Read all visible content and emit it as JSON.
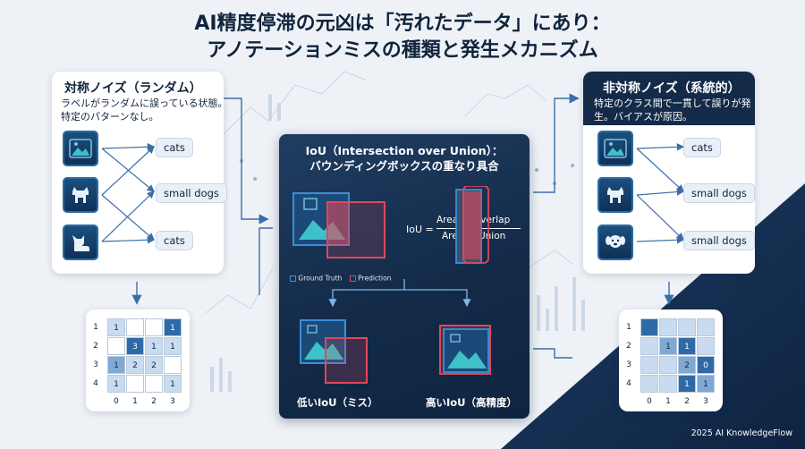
{
  "title": {
    "line1": "AI精度停滞の元凶は「汚れたデータ」にあり：",
    "line2": "アノテーションミスの種類と発生メカニズム"
  },
  "left_card": {
    "title": "対称ノイズ（ランダム）",
    "desc_line1": "ラベルがランダムに誤っている状態。",
    "desc_line2": "特定のパターンなし。",
    "labels": [
      "cats",
      "small dogs",
      "cats"
    ]
  },
  "right_card": {
    "title": "非対称ノイズ（系統的）",
    "desc_line1": "特定のクラス間で一貫して誤りが発",
    "desc_line2": "生。バイアスが原因。",
    "labels": [
      "cats",
      "small dogs",
      "small dogs"
    ]
  },
  "center_panel": {
    "title_line1": "IoU（Intersection over Union）：",
    "title_line2": "バウンディングボックスの重なり具合",
    "formula_prefix": "IoU =",
    "numerator": "Area of Overlap",
    "denominator": "Area of Union",
    "legend_gt": "Ground Truth",
    "legend_pred": "Prediction",
    "low_label": "低いIoU（ミス）",
    "high_label": "高いIoU（高精度）"
  },
  "left_matrix": {
    "row_labels": [
      "1",
      "2",
      "3",
      "4"
    ],
    "col_labels": [
      "0",
      "1",
      "2",
      "3"
    ],
    "cells": [
      [
        "1",
        "",
        "",
        "1"
      ],
      [
        "",
        "3",
        "1",
        "1"
      ],
      [
        "1",
        "2",
        "2",
        ""
      ],
      [
        "1",
        "",
        "",
        "1"
      ]
    ],
    "shades": [
      [
        1,
        0,
        0,
        3
      ],
      [
        0,
        3,
        1,
        1
      ],
      [
        2,
        1,
        1,
        0
      ],
      [
        1,
        0,
        0,
        1
      ]
    ]
  },
  "right_matrix": {
    "row_labels": [
      "1",
      "2",
      "3",
      "4"
    ],
    "col_labels": [
      "0",
      "1",
      "2",
      "3"
    ],
    "cells": [
      [
        "",
        "",
        "",
        ""
      ],
      [
        "",
        "1",
        "1",
        ""
      ],
      [
        "",
        "",
        "2",
        "0"
      ],
      [
        "",
        "",
        "1",
        "1"
      ]
    ],
    "shades": [
      [
        3,
        1,
        1,
        1
      ],
      [
        1,
        2,
        3,
        1
      ],
      [
        1,
        1,
        2,
        3
      ],
      [
        1,
        1,
        3,
        2
      ]
    ]
  },
  "colors": {
    "navy": "#132b49",
    "accent_blue": "#3b8ed8",
    "gt_blue": "#3b8ed8",
    "pred_red": "#e0475a",
    "teal": "#3ec1c9"
  },
  "footer": "2025 AI KnowledgeFlow"
}
